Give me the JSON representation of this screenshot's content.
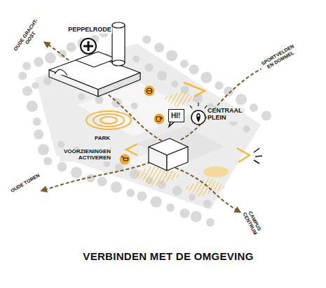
{
  "diagram": {
    "title": "VERBINDEN MET DE OMGEVING",
    "nodes": [
      {
        "text": [
          "HI!"
        ]
      }
    ],
    "labels": [
      "PEPPELRODE",
      "OUDE GRACHT-OOST",
      "SPORTVELDEN EN DOMMEL",
      "PARK",
      "CENTRAAL PLEIN",
      "VOORZIENINGEN ACTIVEREN",
      "OUDE TOREN",
      "CAMPUS CENTRUM"
    ]
  }
}
